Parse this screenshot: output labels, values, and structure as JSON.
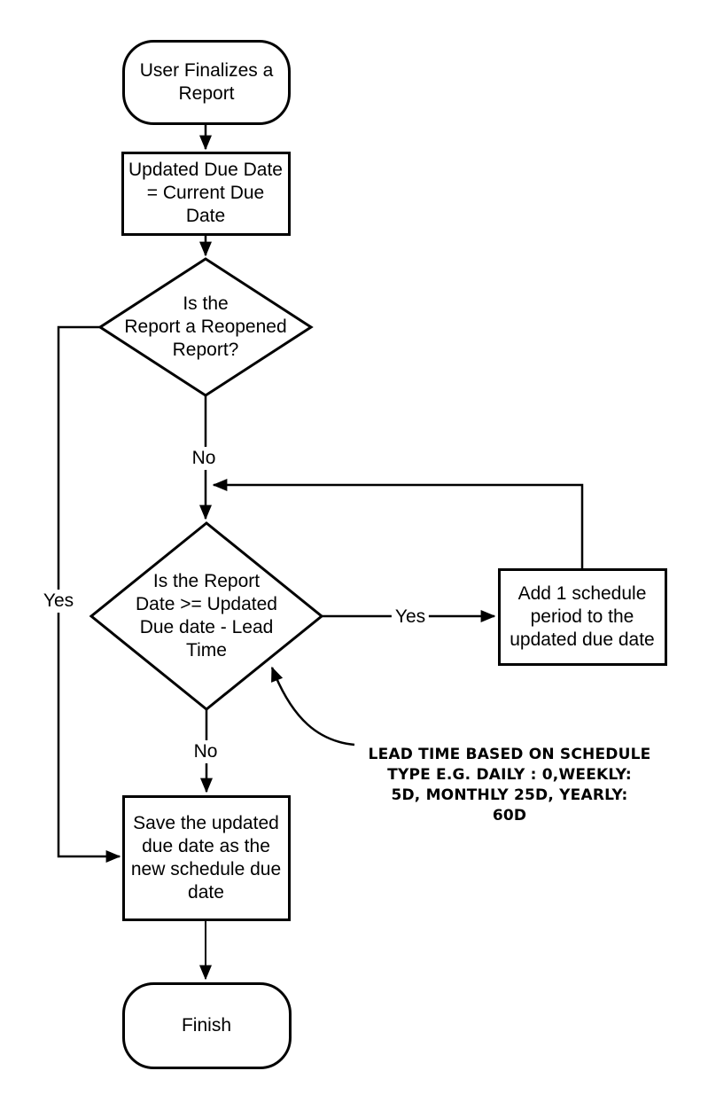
{
  "colors": {
    "background": "#ffffff",
    "stroke": "#000000",
    "text": "#000000"
  },
  "nodes": {
    "start": {
      "type": "terminator",
      "label": [
        "User Finalizes a",
        "Report"
      ]
    },
    "init": {
      "type": "process",
      "label": [
        "Updated Due Date",
        "= Current Due",
        "Date"
      ]
    },
    "reopened": {
      "type": "decision",
      "label": [
        "Is the",
        "Report a Reopened",
        "Report?"
      ]
    },
    "lead": {
      "type": "decision",
      "label": [
        "Is the Report",
        "Date >= Updated",
        "Due date - Lead",
        "Time"
      ]
    },
    "add": {
      "type": "process",
      "label": [
        "Add 1 schedule",
        "period to the",
        "updated due date"
      ]
    },
    "save": {
      "type": "process",
      "label": [
        "Save the updated",
        "due date as the",
        "new schedule due",
        "date"
      ]
    },
    "finish": {
      "type": "terminator",
      "label": [
        "Finish"
      ]
    }
  },
  "edges": {
    "reopened_no": {
      "label": "No"
    },
    "reopened_yes": {
      "label": "Yes"
    },
    "lead_yes": {
      "label": "Yes"
    },
    "lead_no": {
      "label": "No"
    }
  },
  "annotation": {
    "label": [
      "LEAD TIME BASED ON SCHEDULE",
      "TYPE E.G. DAILY : 0,WEEKLY:",
      "5D, MONTHLY 25D, YEARLY:",
      "60D"
    ]
  }
}
